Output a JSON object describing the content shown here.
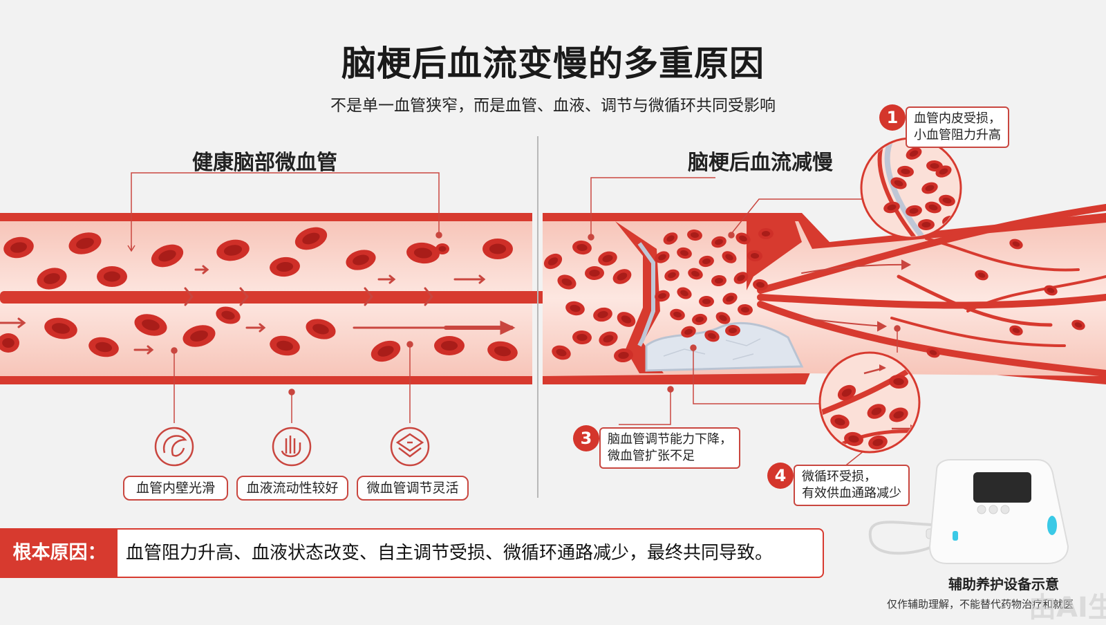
{
  "header": {
    "title": "脑梗后血流变慢的多重原因",
    "subtitle": "不是单一血管狭窄，而是血管、血液、调节与微循环共同受影响"
  },
  "left_panel": {
    "title": "健康脑部微血管",
    "features": [
      {
        "label": "血管内壁光滑",
        "icon": "smooth-wall-icon"
      },
      {
        "label": "血液流动性较好",
        "icon": "flow-hand-icon"
      },
      {
        "label": "微血管调节灵活",
        "icon": "layers-regulation-icon"
      }
    ]
  },
  "right_panel": {
    "title": "脑梗后血流减慢",
    "callouts": [
      {
        "number": "1",
        "line1": "血管内皮受损，",
        "line2": "小血管阻力升高"
      },
      {
        "number": "3",
        "line1": "脑血管调节能力下降，",
        "line2": "微血管扩张不足"
      },
      {
        "number": "4",
        "line1": "微循环受损，",
        "line2": "有效供血通路减少"
      }
    ]
  },
  "footer": {
    "root_label": "根本原因：",
    "root_text": "血管阻力升高、血液状态改变、自主调节受损、微循环通路减少，最终共同导致。",
    "device_label": "辅助养护设备示意",
    "device_note": "仅作辅助理解，不能替代药物治疗和就医",
    "watermark": "由AI生成"
  },
  "colors": {
    "vessel_red": "#d73a2f",
    "rbc_red": "#c92a24",
    "vessel_fill": "#f9d2c8",
    "plaque": "#dfe5ee",
    "accent": "#d4362c"
  }
}
